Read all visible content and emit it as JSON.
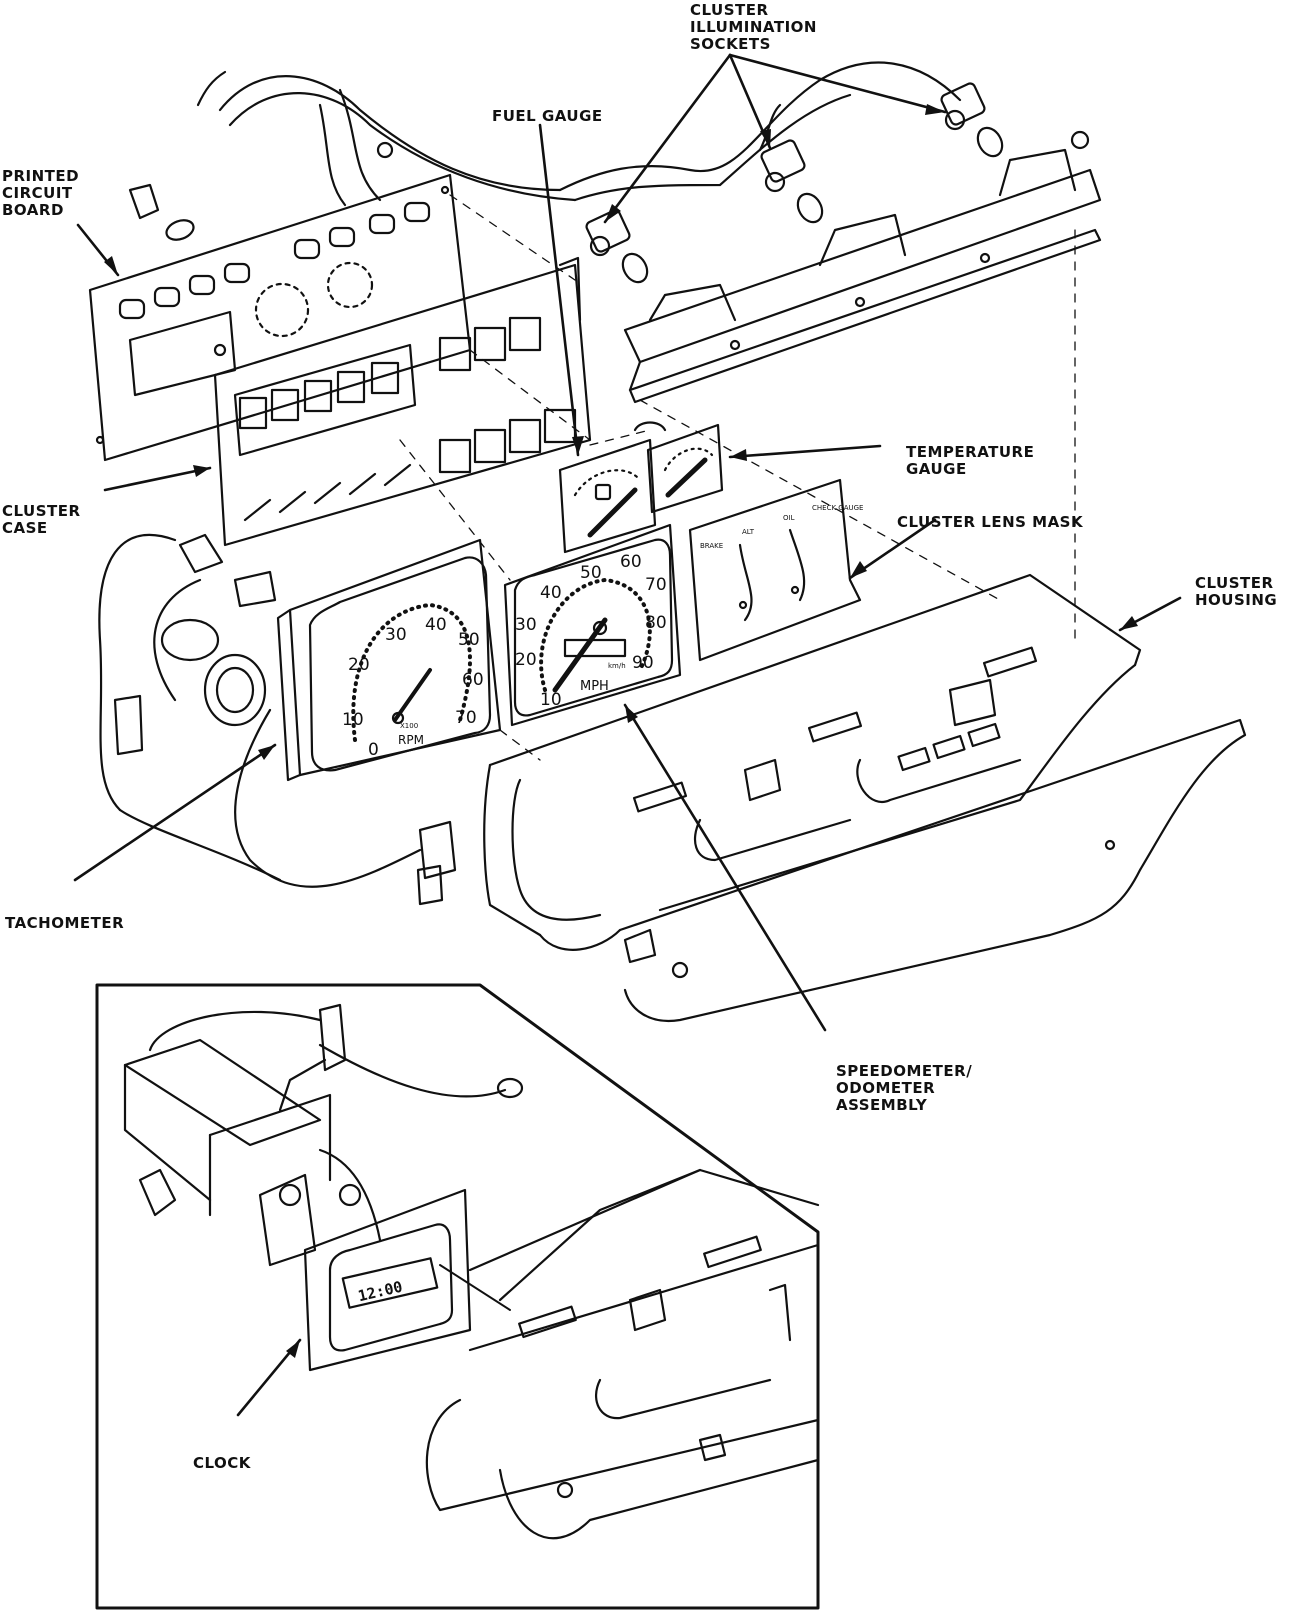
{
  "labels": {
    "cluster_illumination_sockets": "CLUSTER\nILLUMINATION\nSOCKETS",
    "fuel_gauge": "FUEL GAUGE",
    "printed_circuit_board": "PRINTED\nCIRCUIT\nBOARD",
    "temperature_gauge": "TEMPERATURE\nGAUGE",
    "cluster_lens_mask": "CLUSTER LENS MASK",
    "cluster_case": "CLUSTER\nCASE",
    "cluster_housing": "CLUSTER\nHOUSING",
    "tachometer": "TACHOMETER",
    "speedometer_odometer_assembly": "SPEEDOMETER/\nODOMETER\nASSEMBLY",
    "clock": "CLOCK"
  },
  "tachometer_dial": {
    "numbers": [
      "0",
      "10",
      "20",
      "30",
      "40",
      "50",
      "60",
      "70"
    ],
    "unit": "RPM",
    "multiplier": "X100"
  },
  "speedometer_dial": {
    "numbers": [
      "10",
      "20",
      "30",
      "40",
      "50",
      "60",
      "70",
      "80",
      "90"
    ],
    "unit": "MPH",
    "kmh_unit": "km/h"
  },
  "lens_mask_indicators": [
    "BRAKE",
    "ALT",
    "OIL",
    "CHECK\nGAUGE"
  ],
  "clock_display": "12:00",
  "colors": {
    "ink": "#111111",
    "paper": "#ffffff"
  }
}
